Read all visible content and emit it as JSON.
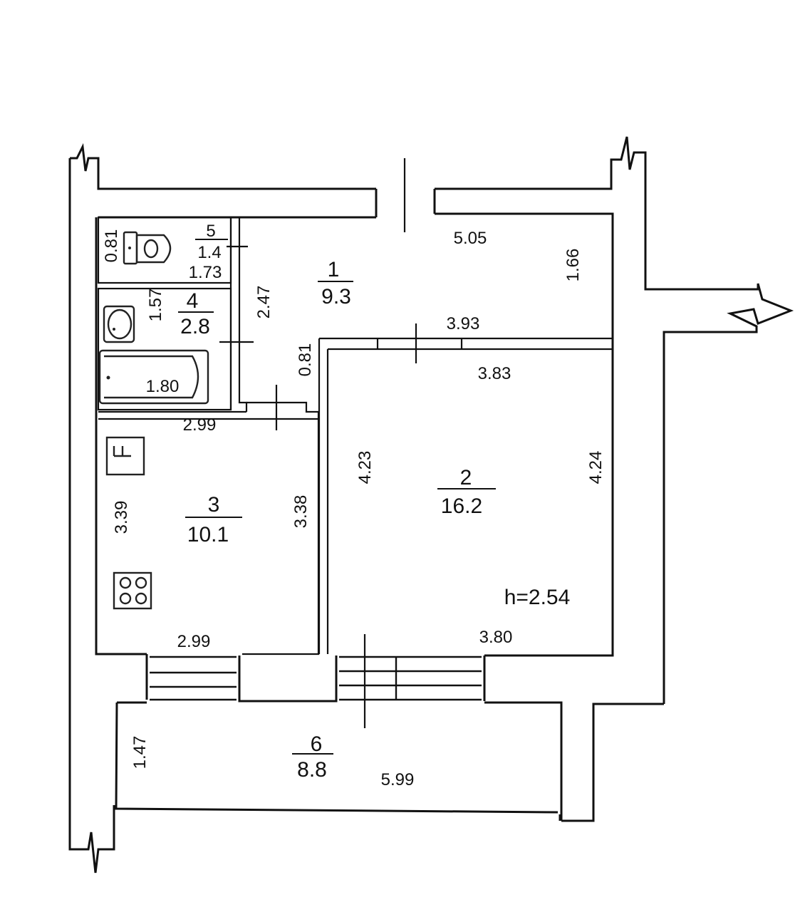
{
  "rooms": {
    "r1": {
      "number": "1",
      "area": "9.3"
    },
    "r2": {
      "number": "2",
      "area": "16.2"
    },
    "r3": {
      "number": "3",
      "area": "10.1"
    },
    "r4": {
      "number": "4",
      "area": "2.8"
    },
    "r5": {
      "number": "5",
      "area": "1.4"
    },
    "r6": {
      "number": "6",
      "area": "8.8"
    }
  },
  "dimensions": {
    "d_505": "5.05",
    "d_166": "1.66",
    "d_393": "3.93",
    "d_247": "2.47",
    "d_081_hall": "0.81",
    "d_081_wc": "0.81",
    "d_173": "1.73",
    "d_157": "1.57",
    "d_180": "1.80",
    "d_383": "3.83",
    "d_423": "4.23",
    "d_424": "4.24",
    "d_380": "3.80",
    "d_299_top": "2.99",
    "d_299_bottom": "2.99",
    "d_339": "3.39",
    "d_338": "3.38",
    "d_147": "1.47",
    "d_599": "5.99"
  },
  "ceiling_height": "h=2.54",
  "icons": [
    "toilet-icon",
    "sink-icon",
    "bathtub-icon",
    "kitchen-sink-icon",
    "stove-icon"
  ]
}
